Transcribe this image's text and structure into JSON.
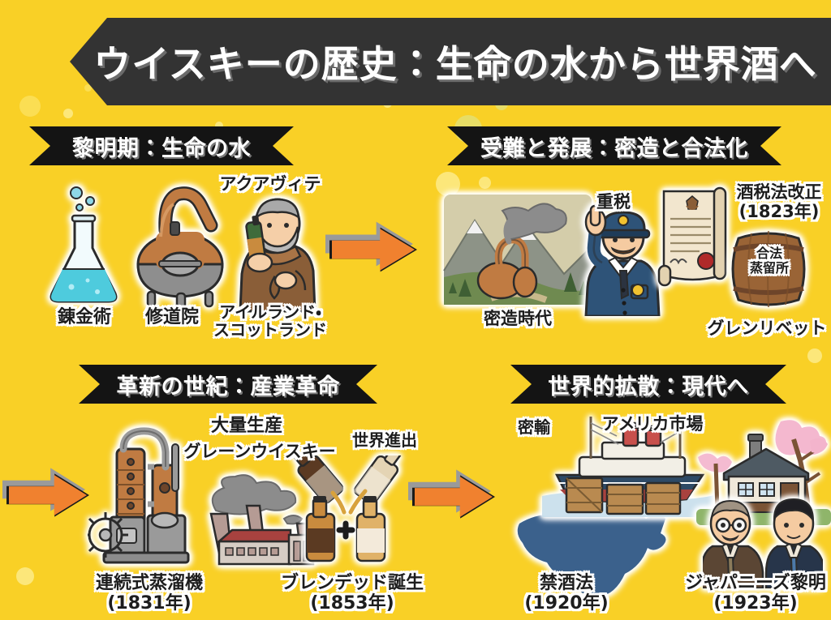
{
  "page": {
    "title": "ウイスキーの歴史：生命の水から世界酒へ",
    "background_color": "#F9D026",
    "banner_color": "#333333",
    "ribbon_color": "#141414",
    "accent_color": "#F0812F"
  },
  "sections": [
    {
      "id": "dawn",
      "heading": "黎明期：生命の水",
      "labels": [
        {
          "key": "alchemy",
          "text": "錬金術",
          "icon": "flask-icon"
        },
        {
          "key": "monastery",
          "text": "修道院",
          "icon": "pot-still-icon"
        },
        {
          "key": "aquavitae",
          "text": "アクアヴィテ",
          "icon": "monk-icon"
        },
        {
          "key": "regions",
          "text": "アイルランド・\nスコットランド",
          "icon": "monk-icon"
        }
      ]
    },
    {
      "id": "hardship",
      "heading": "受難と発展：密造と合法化",
      "labels": [
        {
          "key": "smuggling_era",
          "text": "密造時代",
          "icon": "mountain-still-icon"
        },
        {
          "key": "heavy_tax",
          "text": "重税",
          "icon": "policeman-icon"
        },
        {
          "key": "excise_act",
          "text": "酒税法改正\n(1823年)",
          "icon": "scroll-icon"
        },
        {
          "key": "legal_cask",
          "text": "合法\n蒸留所",
          "icon": "barrel-icon"
        },
        {
          "key": "glenlivet",
          "text": "グレンリベット",
          "icon": "barrel-icon"
        }
      ]
    },
    {
      "id": "innovation",
      "heading": "革新の世紀：産業革命",
      "labels": [
        {
          "key": "coffey_still",
          "text": "連続式蒸溜機\n(1831年)",
          "icon": "column-still-icon"
        },
        {
          "key": "mass_production",
          "text": "大量生産",
          "icon": "factory-icon"
        },
        {
          "key": "grain_whisky",
          "text": "グレーンウイスキー",
          "icon": "factory-icon"
        },
        {
          "key": "global_advance",
          "text": "世界進出",
          "icon": "bottles-icon"
        },
        {
          "key": "blended_birth",
          "text": "ブレンデッド誕生\n(1853年)",
          "icon": "bottles-icon"
        }
      ]
    },
    {
      "id": "global",
      "heading": "世界的拡散：現代へ",
      "labels": [
        {
          "key": "smuggling",
          "text": "密輸",
          "icon": "ship-icon"
        },
        {
          "key": "us_market",
          "text": "アメリカ市場",
          "icon": "usa-map-icon"
        },
        {
          "key": "prohibition",
          "text": "禁酒法\n(1920年)",
          "icon": "usa-map-icon"
        },
        {
          "key": "japanese_dawn",
          "text": "ジャパニーズ黎明\n(1923年)",
          "icon": "distillery-house-icon"
        }
      ]
    }
  ],
  "arrows": [
    {
      "key": "arrow-1",
      "direction": "right"
    },
    {
      "key": "arrow-2",
      "direction": "right"
    },
    {
      "key": "arrow-3",
      "direction": "right"
    }
  ]
}
